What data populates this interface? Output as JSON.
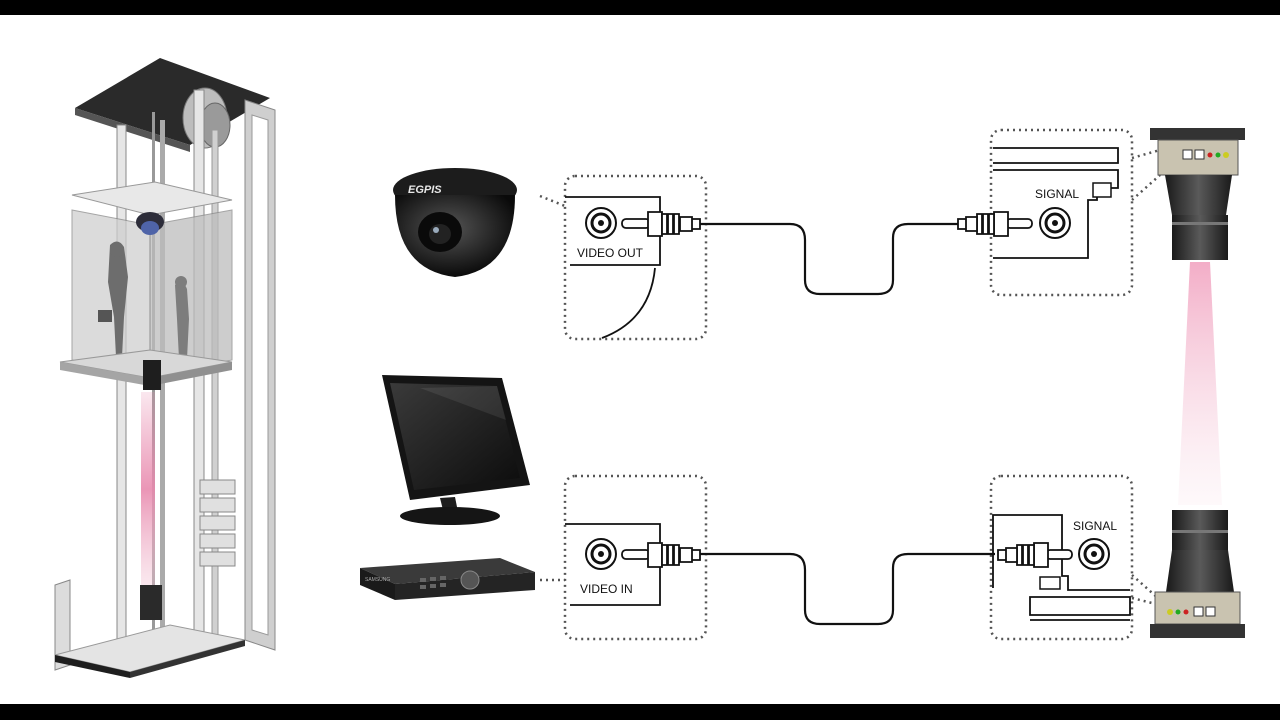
{
  "labels": {
    "camera_brand": "EGPIS",
    "video_out": "VIDEO OUT",
    "video_in": "VIDEO IN",
    "signal_top": "SIGNAL",
    "signal_bottom": "SIGNAL",
    "dvr_brand": "SAMSUNG"
  },
  "colors": {
    "background": "#ffffff",
    "frame_bars": "#000000",
    "beam": "#f2b8cc",
    "line": "#111111",
    "dotted_border": "#555555"
  },
  "icons": [
    "elevator-shaft-icon",
    "dome-camera-icon",
    "monitor-icon",
    "dvr-icon",
    "wireless-transmitter-icon",
    "wireless-receiver-icon",
    "rca-jack-icon",
    "rca-plug-icon"
  ]
}
